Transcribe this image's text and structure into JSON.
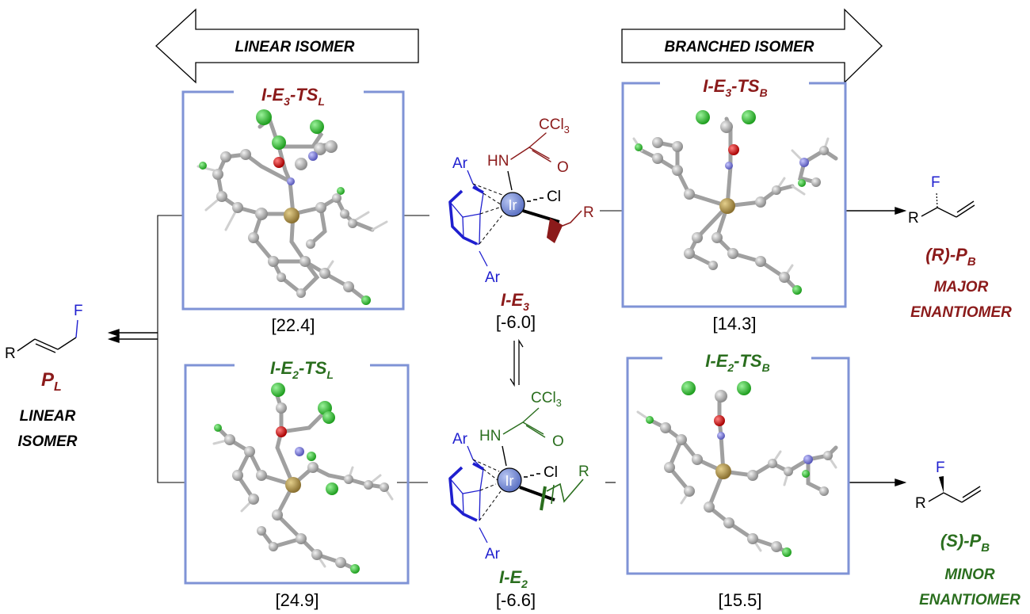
{
  "arrows": {
    "left_label": "LINEAR ISOMER",
    "right_label": "BRANCHED ISOMER"
  },
  "boxes": {
    "top_left": {
      "label": "I-E",
      "sub1": "3",
      "mid": "-TS",
      "sub2": "L",
      "energy": "[22.4]",
      "color": "#8b1a1a"
    },
    "top_right": {
      "label": "I-E",
      "sub1": "3",
      "mid": "-TS",
      "sub2": "B",
      "energy": "[14.3]",
      "color": "#8b1a1a"
    },
    "bottom_left": {
      "label": "I-E",
      "sub1": "2",
      "mid": "-TS",
      "sub2": "L",
      "energy": "[24.9]",
      "color": "#2a6e1e"
    },
    "bottom_right": {
      "label": "I-E",
      "sub1": "2",
      "mid": "-TS",
      "sub2": "B",
      "energy": "[15.5]",
      "color": "#2a6e1e"
    }
  },
  "center": {
    "top": {
      "label": "I-E",
      "sub": "3",
      "energy": "[-6.0]"
    },
    "bottom": {
      "label": "I-E",
      "sub": "2",
      "energy": "[-6.6]"
    },
    "atoms": {
      "ccl3": "CCl",
      "ccl3_sub": "3",
      "hn": "HN",
      "o": "O",
      "ar": "Ar",
      "ir": "Ir",
      "cl": "Cl",
      "r": "R"
    }
  },
  "left_product": {
    "f": "F",
    "r": "R",
    "label": "P",
    "sub": "L",
    "desc_line1": "LINEAR",
    "desc_line2": "ISOMER"
  },
  "right_products": {
    "top": {
      "f": "F",
      "r": "R",
      "label": "(R)-P",
      "sub": "B",
      "desc_line1": "MAJOR",
      "desc_line2": "ENANTIOMER"
    },
    "bottom": {
      "f": "F",
      "r": "R",
      "label": "(S)-P",
      "sub": "B",
      "desc_line1": "MINOR",
      "desc_line2": "ENANTIOMER"
    }
  },
  "colors": {
    "box_frame": "#7f93d6",
    "dark_red": "#8b1a1a",
    "green": "#2a6e1e",
    "blue": "#1f1fcf",
    "iridium": "#7f93d6"
  }
}
